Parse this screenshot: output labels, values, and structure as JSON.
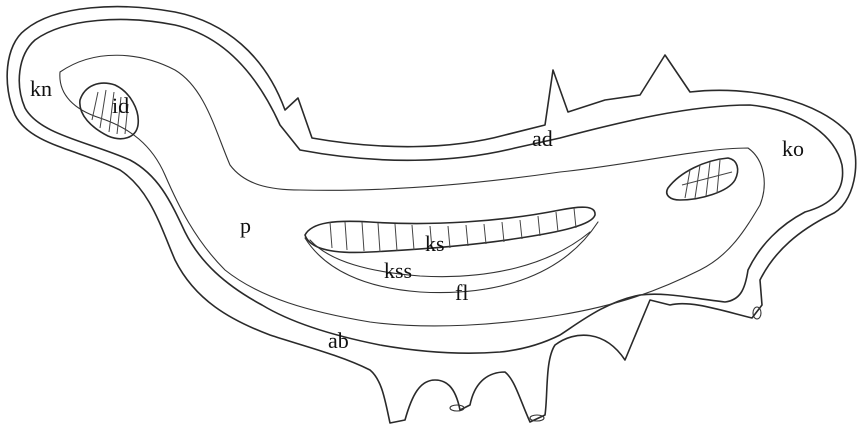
{
  "labels": {
    "kn": "kn",
    "id": "id",
    "ad": "ad",
    "ko": "ko",
    "p": "p",
    "ks": "ks",
    "kss": "kss",
    "fl": "fl",
    "ab": "ab"
  }
}
